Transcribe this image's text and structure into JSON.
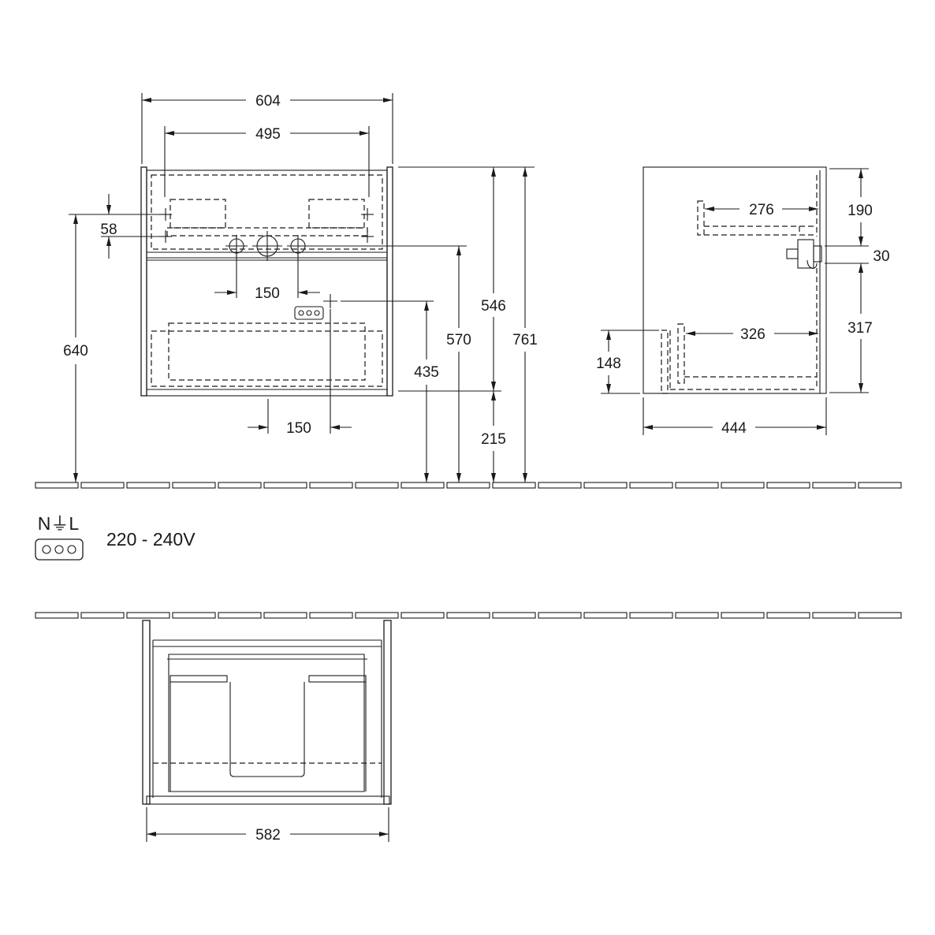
{
  "front_view": {
    "dims": {
      "width_total": "604",
      "width_inner": "495",
      "offset_58": "58",
      "height_640": "640",
      "pipe_spacing": "150",
      "socket_offset": "150",
      "height_435": "435",
      "height_570": "570",
      "height_546": "546",
      "height_761": "761",
      "height_215": "215"
    }
  },
  "side_view": {
    "dims": {
      "d190": "190",
      "d276": "276",
      "d30": "30",
      "d317": "317",
      "d326": "326",
      "d148": "148",
      "d444": "444"
    }
  },
  "top_view": {
    "dims": {
      "width_582": "582"
    }
  },
  "electrical": {
    "terminals": "N⏚L",
    "voltage": "220 - 240V"
  }
}
